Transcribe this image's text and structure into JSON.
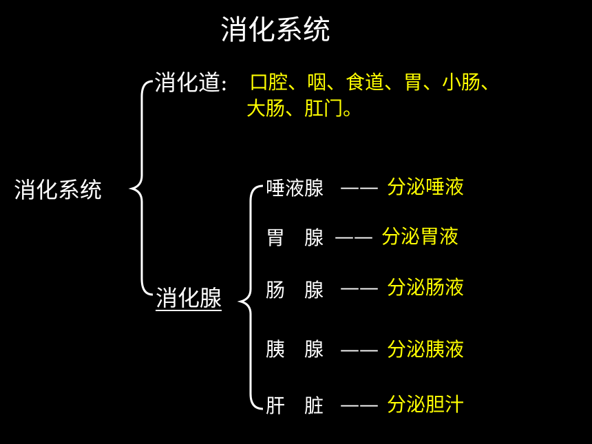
{
  "title": "消化系统",
  "root_label": "消化系统",
  "tract": {
    "label": "消化道",
    "colon": ":",
    "items_line1": "口腔、咽、食道、胃、小肠、",
    "items_line2": "大肠、肛门。"
  },
  "glands": {
    "label": "消化腺",
    "items": [
      {
        "name": "唾液腺",
        "dash": "——",
        "function": "分泌唾液"
      },
      {
        "name": "胃　腺",
        "dash": "——",
        "function": "分泌胃液"
      },
      {
        "name": "肠　腺",
        "dash": "——",
        "function": "分泌肠液"
      },
      {
        "name": "胰　腺",
        "dash": "——",
        "function": "分泌胰液"
      },
      {
        "name": "肝　脏",
        "dash": "——",
        "function": "分泌胆汁"
      }
    ]
  },
  "colors": {
    "background": "#000000",
    "label": "#ffffff",
    "highlight": "#ffff00"
  }
}
